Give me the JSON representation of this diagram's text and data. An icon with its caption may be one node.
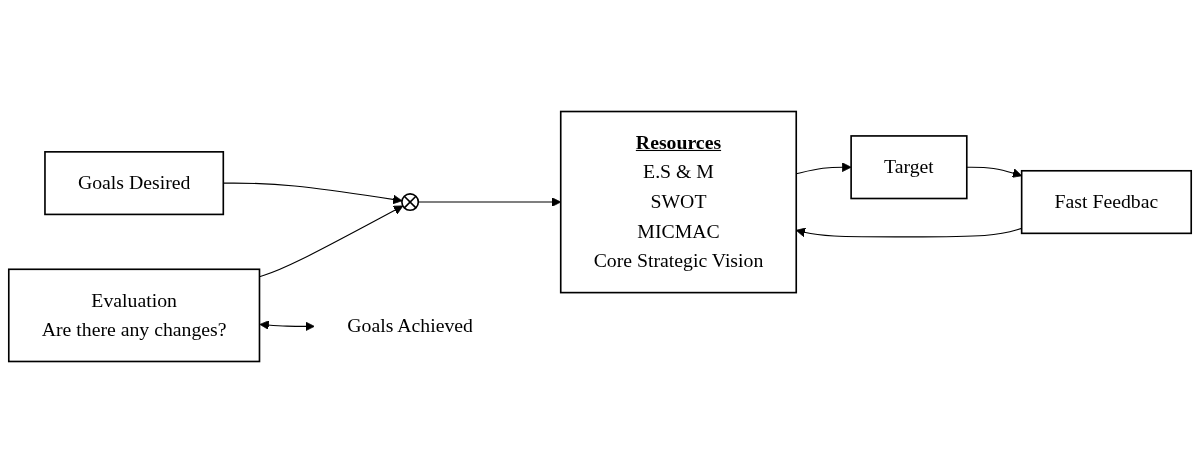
{
  "diagram": {
    "nodes": [
      {
        "text": [
          "Goals Desired"
        ]
      },
      {
        "text": [],
        "shape": "circle"
      },
      {
        "text": [
          "Resources",
          "E.S & M",
          "SWOT",
          "MICMAC",
          "Core Strategic Vision"
        ]
      },
      {
        "text": [
          "Target"
        ]
      },
      {
        "text": [
          "Fast Feedbac"
        ]
      },
      {
        "text": [
          "Evaluation",
          "Are there any changes?"
        ]
      },
      {
        "text": [
          "Goals Achieved"
        ]
      }
    ],
    "edges": [
      {
        "from": 0,
        "to": 1,
        "arrow": "to"
      },
      {
        "from": 1,
        "to": 2,
        "arrow": "to"
      },
      {
        "from": 2,
        "to": 3,
        "arrow": "to"
      },
      {
        "from": 3,
        "to": 4,
        "arrow": "to"
      },
      {
        "from": 4,
        "to": 2,
        "arrow": "to"
      },
      {
        "from": 5,
        "to": 1,
        "arrow": "to"
      },
      {
        "from": 5,
        "to": 6,
        "arrow": "both"
      }
    ]
  }
}
